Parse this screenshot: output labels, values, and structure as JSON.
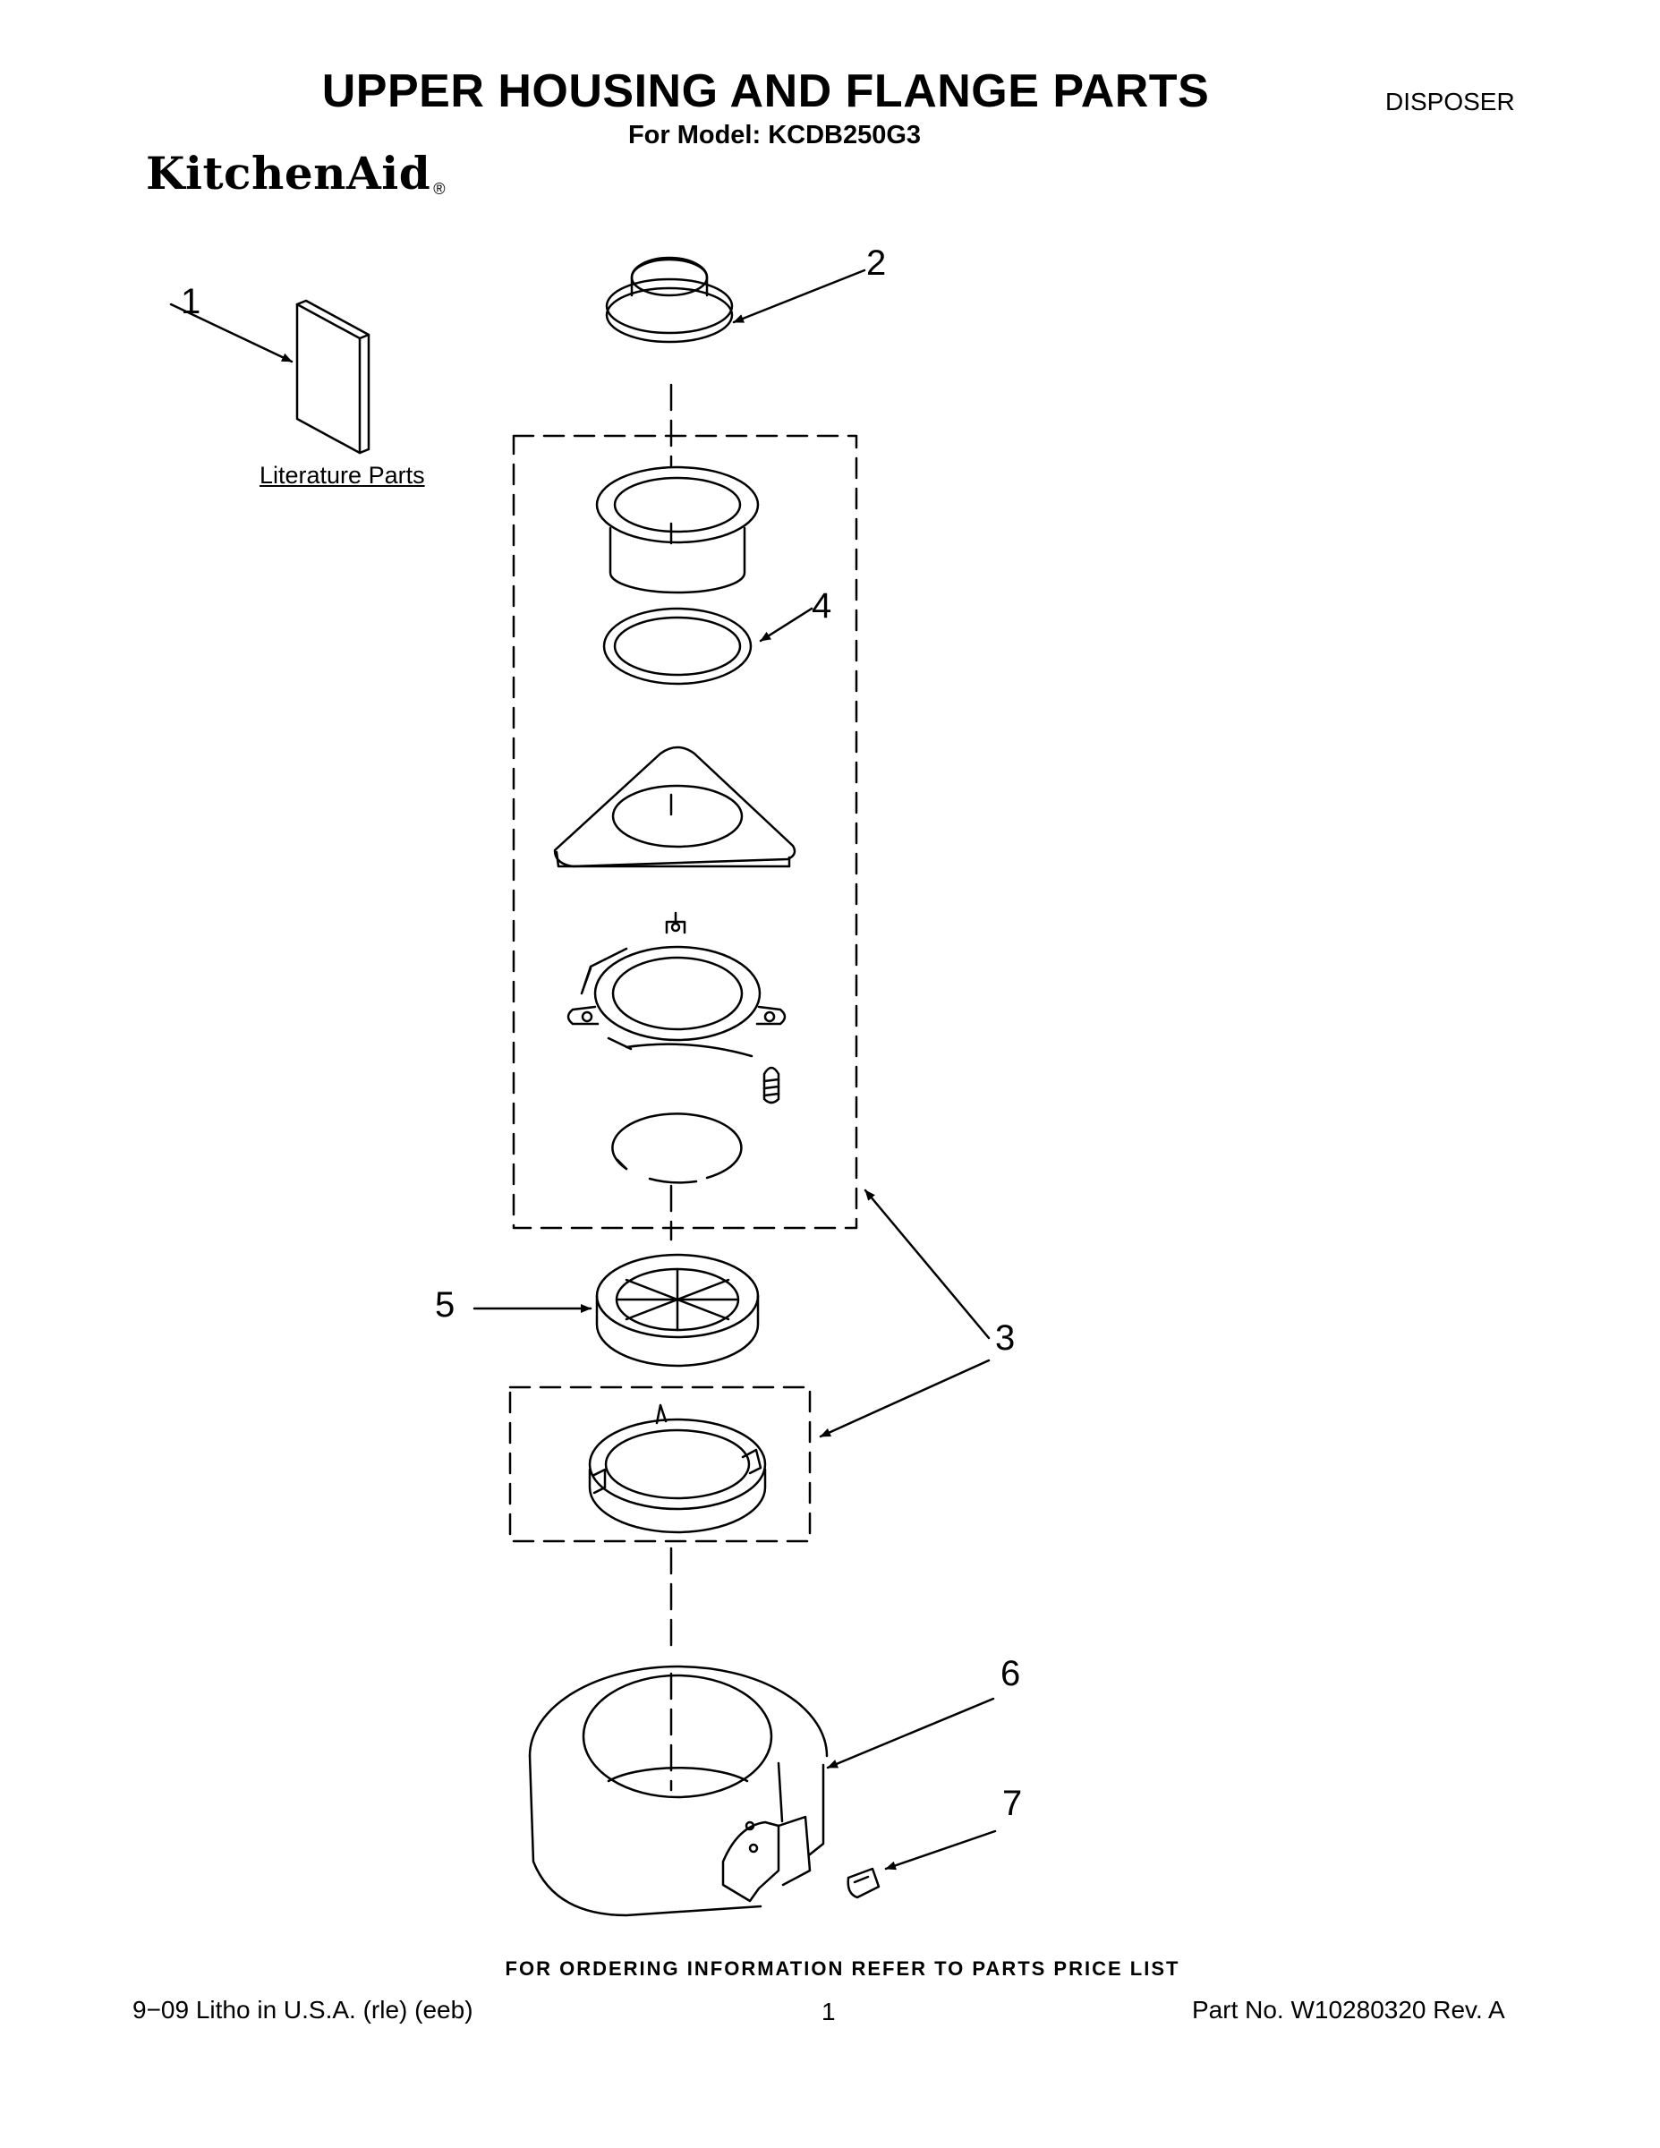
{
  "header": {
    "title": "UPPER HOUSING AND FLANGE PARTS",
    "model_line": "For Model: KCDB250G3",
    "category": "DISPOSER",
    "brand": "KitchenAid",
    "registered_mark": "®"
  },
  "diagram": {
    "literature_label": "Literature Parts",
    "callouts": [
      "1",
      "2",
      "3",
      "4",
      "5",
      "6",
      "7"
    ]
  },
  "footer": {
    "ordering_note": "FOR ORDERING INFORMATION REFER TO PARTS PRICE LIST",
    "litho": "9−09 Litho in U.S.A. (rle) (eeb)",
    "page": "1",
    "part_no": "Part No. W10280320 Rev. A"
  }
}
